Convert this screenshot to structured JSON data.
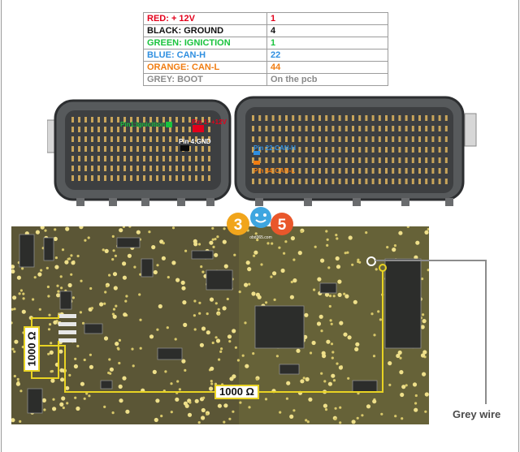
{
  "legend": {
    "rows": [
      {
        "label": "RED: + 12V",
        "value": "1",
        "label_color": "#e3001b",
        "value_color": "#e3001b"
      },
      {
        "label": "BLACK: GROUND",
        "value": "4",
        "label_color": "#111111",
        "value_color": "#111111"
      },
      {
        "label": "GREEN: IGNICTION",
        "value": "1",
        "label_color": "#19c33d",
        "value_color": "#19c33d"
      },
      {
        "label": "BLUE: CAN-H",
        "value": "22",
        "label_color": "#2f8fe0",
        "value_color": "#2f8fe0"
      },
      {
        "label": "ORANGE: CAN-L",
        "value": "44",
        "label_color": "#f07d12",
        "value_color": "#f07d12"
      },
      {
        "label": "GREY: BOOT",
        "value": "On the pcb",
        "label_color": "#8a8a8a",
        "value_color": "#8a8a8a"
      }
    ]
  },
  "connector": {
    "pins": {
      "ignition": {
        "text": "Pin1:Ignicition",
        "color": "#19c33d"
      },
      "power": {
        "text": "Pin 1: +12V",
        "color": "#e3001b"
      },
      "ground": {
        "text": "Pin 4:GND",
        "color": "#ffffff"
      },
      "can_h": {
        "text": "Pin 22:CAN-H",
        "color": "#2f8fe0"
      },
      "can_l": {
        "text": "Pin 44:CAN-L",
        "color": "#f07d12"
      }
    }
  },
  "logo": {
    "text_left": "3",
    "text_right": "5",
    "subtext": "obd365.com"
  },
  "pcb": {
    "resistor_horizontal": "1000 Ω",
    "resistor_vertical": "1000 Ω",
    "wire_color": "#e8d323"
  },
  "grey_wire_label": "Grey wire"
}
